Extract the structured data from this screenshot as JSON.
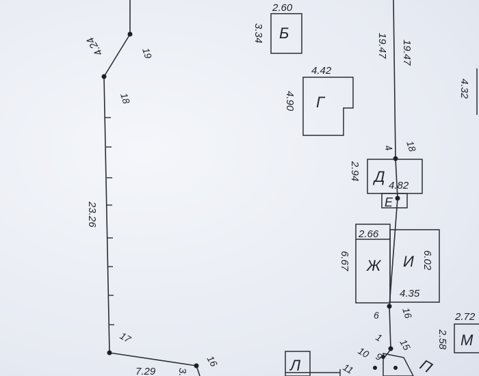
{
  "buildings": {
    "b": {
      "label": "Б",
      "width": "2.60",
      "height": "3.34"
    },
    "g": {
      "label": "Г",
      "width": "4.42",
      "height": "4.90"
    },
    "d": {
      "label": "Д",
      "width": "4.82",
      "height": "2.94"
    },
    "e": {
      "label": "Е"
    },
    "zh": {
      "label": "Ж",
      "width": "2.66",
      "height": "6.67"
    },
    "i": {
      "label": "И",
      "width": "4.35",
      "height": "6.02"
    },
    "m": {
      "label": "М",
      "width": "2.72",
      "height": "2.58"
    },
    "l": {
      "label": "Л"
    },
    "p": {
      "label": "П"
    },
    "right_edge": {
      "height": "4.32"
    }
  },
  "boundary": {
    "seg_19_18": "4.24",
    "seg_18_17": "23.26",
    "seg_17_16": "7.29",
    "right_line_a": "19.47",
    "right_line_b": "19.47",
    "seg_18_d": "4",
    "partial_3": "3."
  },
  "points": [
    "19",
    "18",
    "17",
    "16",
    "18",
    "6",
    "16",
    "15",
    "1",
    "10",
    "11",
    "9"
  ]
}
